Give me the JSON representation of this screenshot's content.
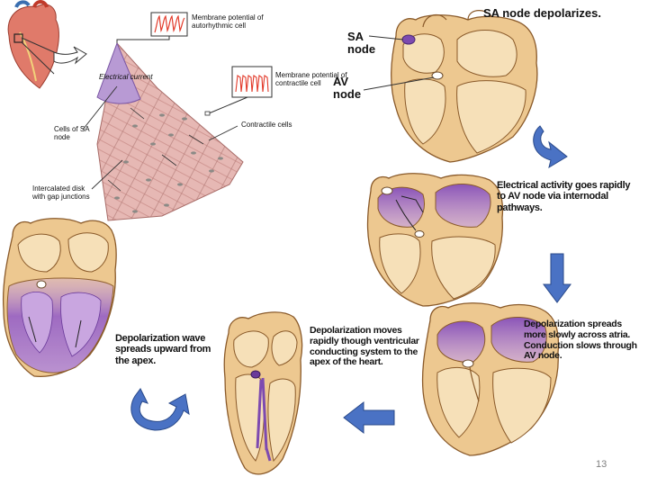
{
  "slide": {
    "page_number": "13"
  },
  "cell_diagram": {
    "autorhythmic_label": "Membrane potential of autorhythmic cell",
    "contractile_label": "Membrane potential of contractile cell",
    "electrical_current": "Electrical current",
    "sa_cells": "Cells of SA node",
    "contractile_cells": "Contractile cells",
    "intercalated_disk": "Intercalated disk with gap junctions"
  },
  "steps": {
    "step1": "SA node depolarizes.",
    "sa_node": "SA node",
    "av_node": "AV node",
    "step2": "Electrical activity goes rapidly to AV node via internodal pathways.",
    "step3": "Depolarization spreads more slowly across atria. Conduction slows through AV node.",
    "step4": "Depolarization moves rapidly though ventricular conducting system to the apex of the heart.",
    "step5": "Depolarization wave spreads upward from the apex."
  },
  "colors": {
    "heart_tissue": "#edc890",
    "heart_outline": "#8a5a2a",
    "depolarized": "#a070c0",
    "arrow_blue": "#4a72c4",
    "muscle_cells": "#e6b8b4"
  }
}
